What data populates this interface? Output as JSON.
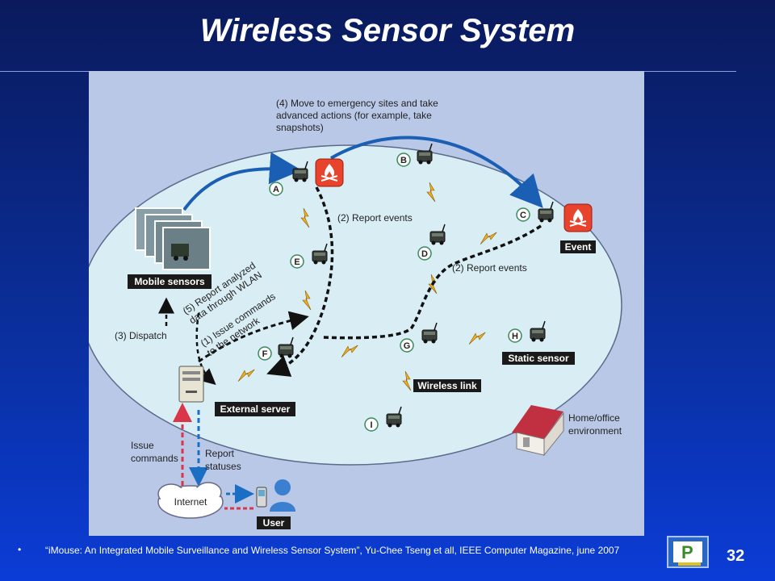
{
  "slide": {
    "title": "Wireless Sensor System",
    "page_number": "32",
    "footer_bullet": "•",
    "footer_citation": "“iMouse: An Integrated Mobile Surveillance and Wireless Sensor System”, Yu-Chee Tseng et all, IEEE Computer Magazine, june 2007"
  },
  "diagram": {
    "step4": [
      "(4) Move to emergency sites and take",
      "advanced actions (for example, take",
      "snapshots)"
    ],
    "report_events_1": "(2) Report events",
    "report_events_2": "(2) Report events",
    "step5": [
      "(5) Report analyzed",
      "data through WLAN"
    ],
    "step1": [
      "(1) Issue commands",
      "to the network"
    ],
    "step3": "(3) Dispatch",
    "issue_commands": [
      "Issue",
      "commands"
    ],
    "report_statuses": [
      "Report",
      "statuses"
    ],
    "home_office": [
      "Home/office",
      "environment"
    ],
    "labels": {
      "mobile_sensors": "Mobile sensors",
      "event": "Event",
      "static_sensor": "Static sensor",
      "wireless_link": "Wireless link",
      "external_server": "External server",
      "internet": "Internet",
      "user": "User"
    },
    "nodes": {
      "a": "A",
      "b": "B",
      "c": "C",
      "d": "D",
      "e": "E",
      "f": "F",
      "g": "G",
      "h": "H",
      "i": "I"
    },
    "colors": {
      "ellipse_fill": "#d9eef4",
      "background": "#b9c8e6",
      "blue_arrow": "#1a5fb4",
      "red_dash": "#d9364a",
      "blue_dash": "#1a6fc4",
      "fire": "#e8432d",
      "lightning": "#f2b01e"
    }
  }
}
